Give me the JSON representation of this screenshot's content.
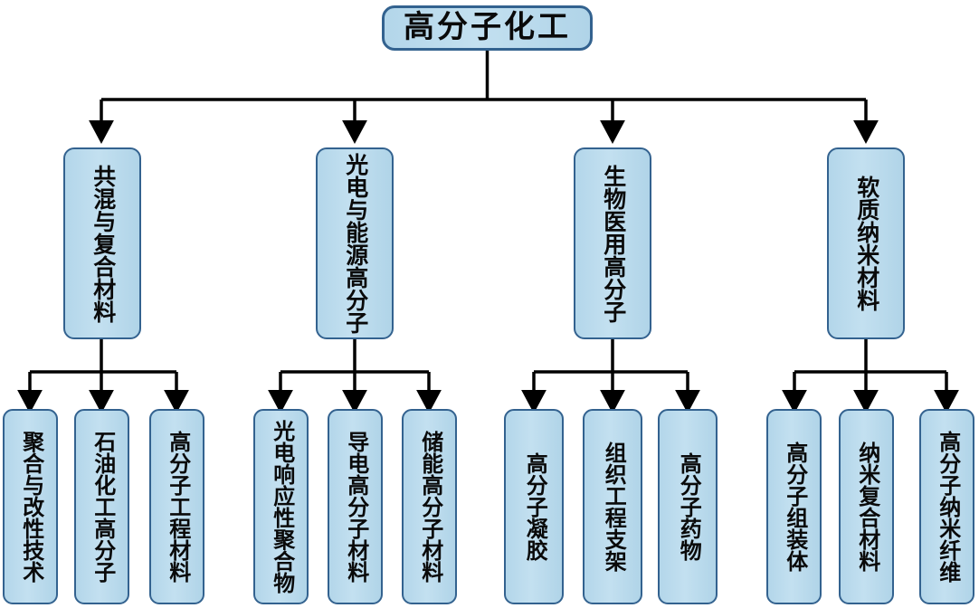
{
  "diagram": {
    "title": "高分子化工",
    "type": "organizational-hierarchy",
    "orientation": "top-down",
    "colors": {
      "node_fill": "#b9d9ec",
      "node_border": "#33628f",
      "connector": "#000000",
      "background": "#ffffff",
      "text": "#0a0a0a"
    },
    "root": {
      "label": "高分子化工"
    },
    "branches": [
      {
        "label": "共混与复合材料",
        "children": [
          {
            "label": "聚合与改性技术"
          },
          {
            "label": "石油化工高分子"
          },
          {
            "label": "高分子工程材料"
          }
        ]
      },
      {
        "label": "光电与能源高分子",
        "children": [
          {
            "label": "光电响应性聚合物"
          },
          {
            "label": "导电高分子材料"
          },
          {
            "label": "储能高分子材料"
          }
        ]
      },
      {
        "label": "生物医用高分子",
        "children": [
          {
            "label": "高分子凝胶"
          },
          {
            "label": "组织工程支架"
          },
          {
            "label": "高分子药物"
          }
        ]
      },
      {
        "label": "软质纳米材料",
        "children": [
          {
            "label": "高分子组装体"
          },
          {
            "label": "纳米复合材料"
          },
          {
            "label": "高分子纳米纤维"
          }
        ]
      }
    ]
  }
}
